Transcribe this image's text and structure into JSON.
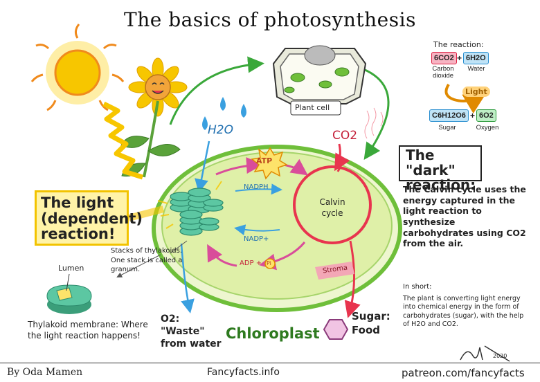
{
  "title": "The basics of photosynthesis",
  "reaction": {
    "title": "The reaction:",
    "reactant_1": "6CO2",
    "reactant_1_label": "Carbon dioxide",
    "reactant_2": "6H2O",
    "reactant_2_label": "Water",
    "plus": "+",
    "energy": "Light",
    "product_1": "C6H12O6",
    "product_1_label": "Sugar",
    "product_2": "6O2",
    "product_2_label": "Oxygen"
  },
  "labels": {
    "plant_cell": "Plant cell",
    "h2o": "H2O",
    "co2": "CO2",
    "atp": "ATP",
    "nadph": "NADPH",
    "nadp": "NADP+",
    "adp": "ADP +",
    "pi": "Pi",
    "calvin_cycle": "Calvin cycle",
    "stroma": "Stroma",
    "chloroplast": "Chloroplast",
    "o2_waste": "O2: \"Waste\" from water",
    "sugar_food": "Sugar: Food",
    "stacks": "Stacks of thylakoids. One stack is called a granum.",
    "lumen": "Lumen",
    "thylakoid_membrane": "Thylakoid membrane: Where the light reaction happens!"
  },
  "light_reaction": {
    "heading": "The light (dependent) reaction!"
  },
  "dark_reaction": {
    "heading": "The \"dark\" reaction:",
    "description": "The Calvin cycle uses the energy captured in the light reaction to synthesize carbohydrates using CO2 from the air."
  },
  "in_short": {
    "heading": "In short:",
    "text": "The plant is converting light energy into chemical energy in the form of carbohydrates (sugar), with the help of H2O and CO2."
  },
  "signature": "2020",
  "footer": {
    "author": "By Oda Mamen",
    "site": "Fancyfacts.info",
    "patreon": "patreon.com/fancyfacts"
  },
  "colors": {
    "sun": "#f7c600",
    "sun_outer": "#f08a1c",
    "chloroplast_fill": "#dff0a8",
    "chloroplast_edge": "#6fbf3a",
    "thylakoid": "#5cc7a2",
    "water": "#3aa0e0",
    "calvin": "#e8344e",
    "cycle_arrow": "#d94d9a",
    "leaf": "#5aa23a"
  }
}
